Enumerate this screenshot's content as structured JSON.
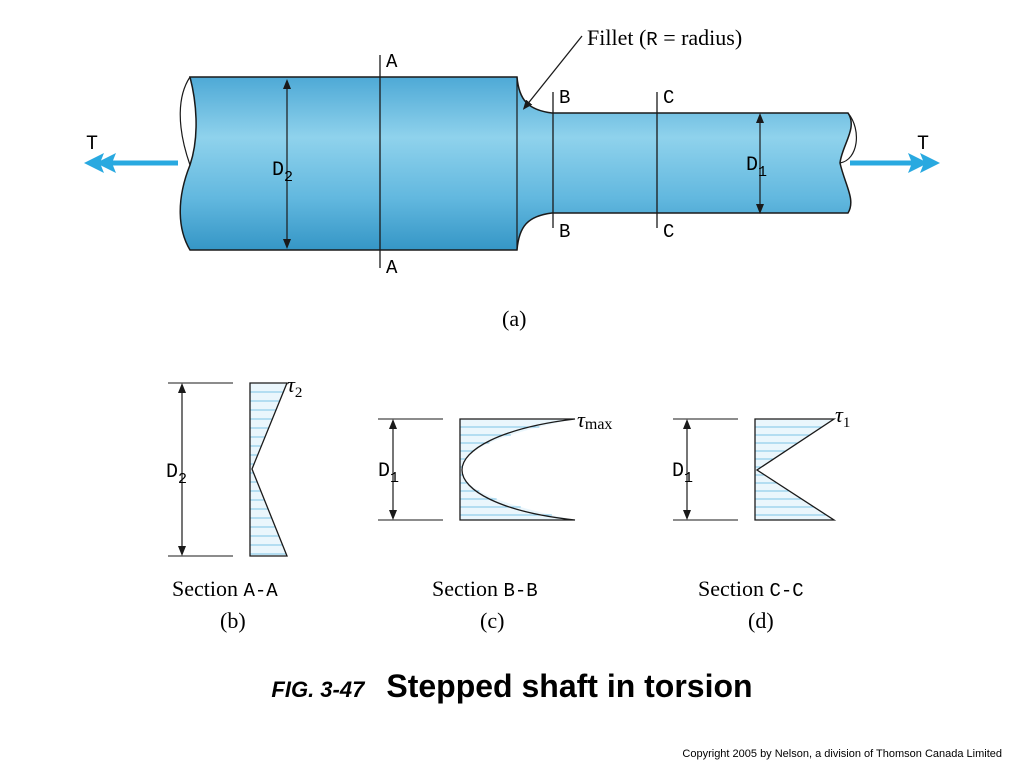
{
  "colors": {
    "shaft_fill": "#6cc0e0",
    "shaft_dark": "#2f8fbf",
    "arrow_blue": "#29a9e0",
    "hatch": "#7cc4e6",
    "stroke": "#1a1a1a"
  },
  "part_a": {
    "fillet_label": "Fillet (",
    "fillet_R": "R",
    "fillet_rest": " = radius)",
    "torque_left": "T",
    "torque_right": "T",
    "D2_main": "D",
    "D2_sub": "2",
    "D1_main": "D",
    "D1_sub": "1",
    "section_A": "A",
    "section_B": "B",
    "section_C": "C",
    "caption": "(a)"
  },
  "part_b": {
    "D_main": "D",
    "D_sub": "2",
    "tau_main": "τ",
    "tau_sub": "2",
    "section_word": "Section ",
    "section_id": "A-A",
    "caption": "(b)"
  },
  "part_c": {
    "D_main": "D",
    "D_sub": "1",
    "tau_main": "τ",
    "tau_sub": "max",
    "section_word": "Section ",
    "section_id": "B-B",
    "caption": "(c)"
  },
  "part_d": {
    "D_main": "D",
    "D_sub": "1",
    "tau_main": "τ",
    "tau_sub": "1",
    "section_word": "Section ",
    "section_id": "C-C",
    "caption": "(d)"
  },
  "figure": {
    "label": "FIG. 3-47",
    "title": "Stepped shaft in torsion"
  },
  "copyright": "Copyright 2005 by Nelson, a division of Thomson Canada Limited"
}
